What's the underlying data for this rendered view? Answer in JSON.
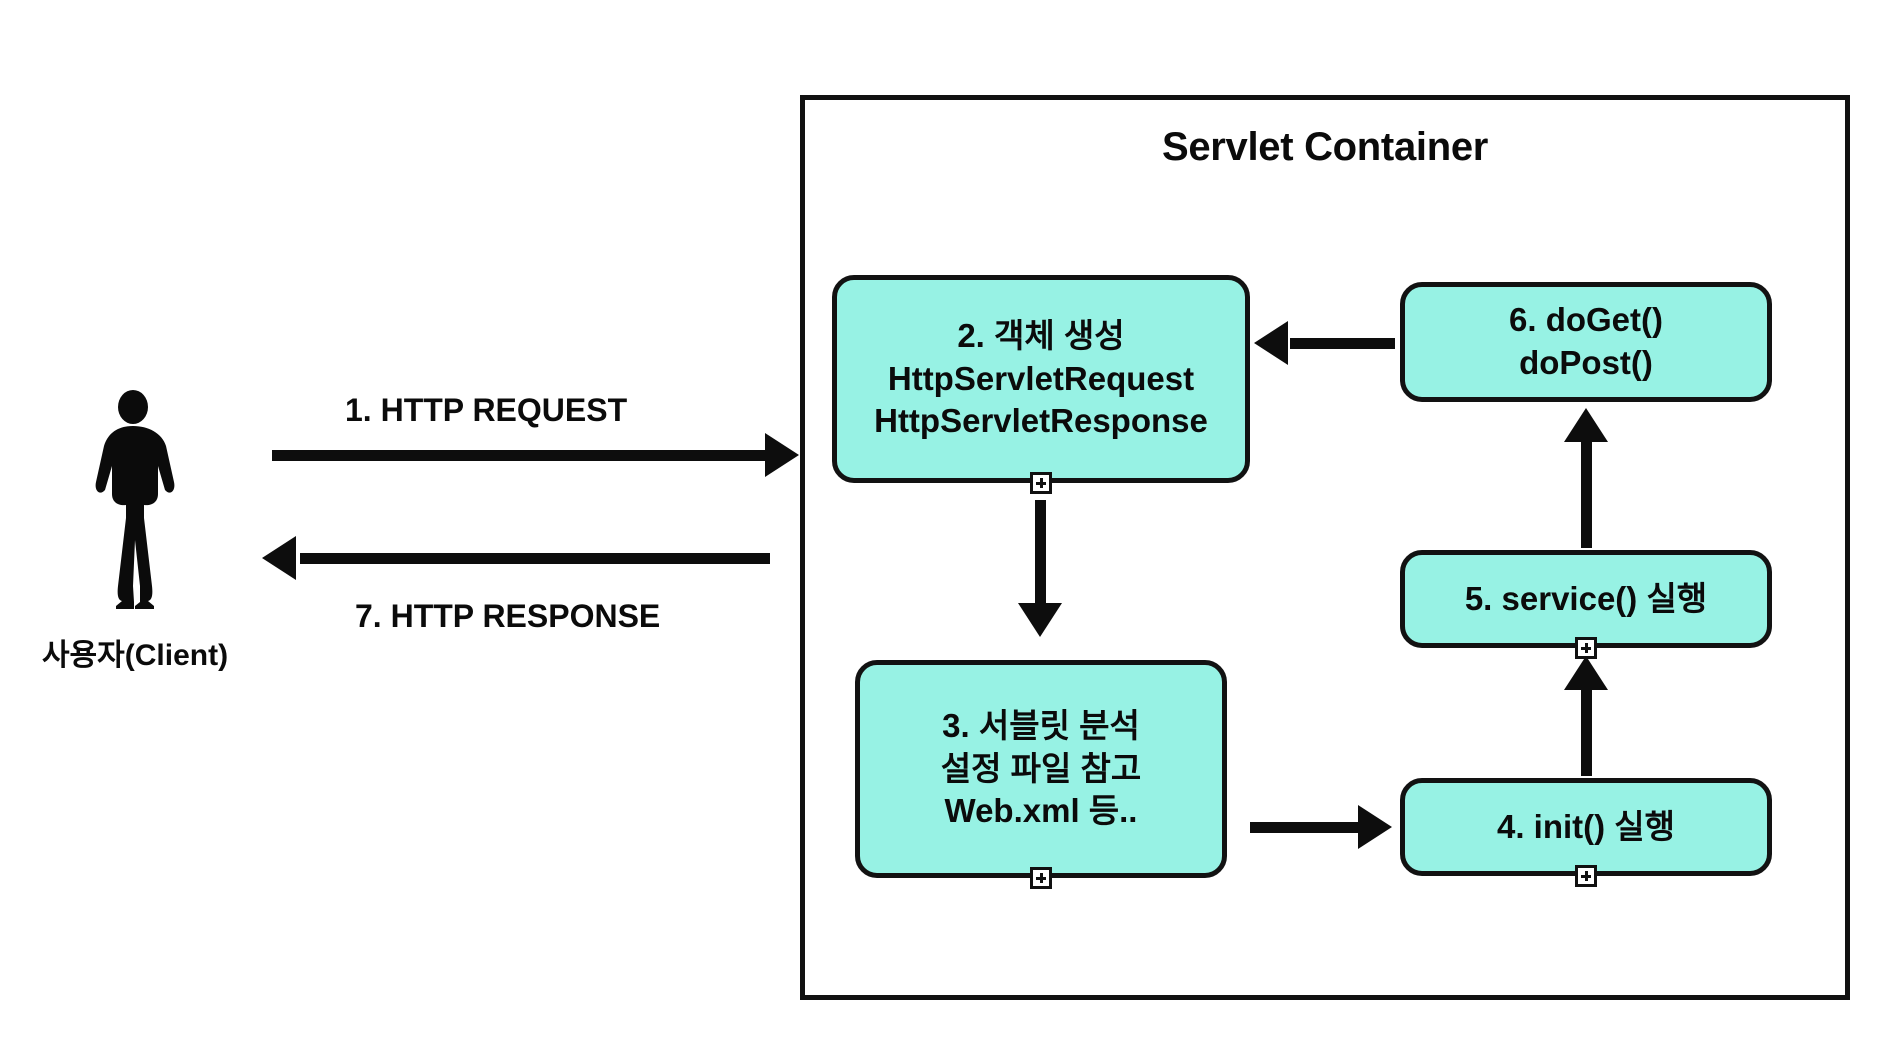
{
  "diagram": {
    "title": "Servlet Container",
    "actor": {
      "label": "사용자(Client)",
      "icon": "person-silhouette-icon"
    },
    "flows": [
      {
        "id": "request",
        "label": "1. HTTP REQUEST",
        "direction": "right"
      },
      {
        "id": "response",
        "label": "7. HTTP RESPONSE",
        "direction": "left"
      }
    ],
    "nodes": [
      {
        "id": "create",
        "lines": [
          "2. 객체 생성",
          "HttpServletRequest",
          "HttpServletResponse"
        ],
        "has_handle": true
      },
      {
        "id": "analyze",
        "lines": [
          "3. 서블릿 분석",
          "설정 파일 참고",
          "Web.xml 등.."
        ],
        "has_handle": true
      },
      {
        "id": "doget",
        "lines": [
          "6. doGet()",
          "doPost()"
        ],
        "has_handle": false
      },
      {
        "id": "service",
        "lines": [
          "5. service() 실행"
        ],
        "has_handle": true
      },
      {
        "id": "init",
        "lines": [
          "4. init() 실행"
        ],
        "has_handle": true
      }
    ],
    "handle_symbol": "+",
    "colors": {
      "node_fill": "#97f2e4",
      "stroke": "#111111",
      "background": "#ffffff"
    }
  }
}
